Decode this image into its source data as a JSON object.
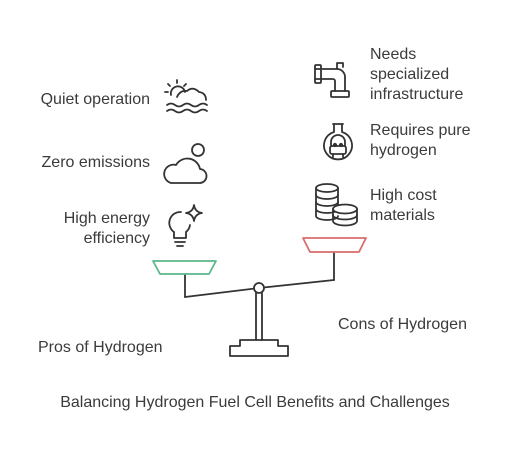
{
  "title": "Balancing Hydrogen Fuel Cell Benefits and Challenges",
  "pros": {
    "heading": "Pros of Hydrogen",
    "items": [
      {
        "label": "Quiet operation",
        "icon": "sun-waves-icon"
      },
      {
        "label": "Zero emissions",
        "icon": "cloud-icon"
      },
      {
        "label_lines": [
          "High energy",
          "efficiency"
        ],
        "icon": "lightbulb-sparkle-icon"
      }
    ]
  },
  "cons": {
    "heading": "Cons of Hydrogen",
    "items": [
      {
        "label_lines": [
          "Needs",
          "specialized",
          "infrastructure"
        ],
        "icon": "pipe-icon"
      },
      {
        "label_lines": [
          "Requires pure",
          "hydrogen"
        ],
        "icon": "flask-icon"
      },
      {
        "label_lines": [
          "High cost",
          "materials"
        ],
        "icon": "coin-stack-icon"
      }
    ]
  },
  "colors": {
    "pros_pan": "#5bb88a",
    "cons_pan": "#d96c6c",
    "stroke": "#333333"
  }
}
